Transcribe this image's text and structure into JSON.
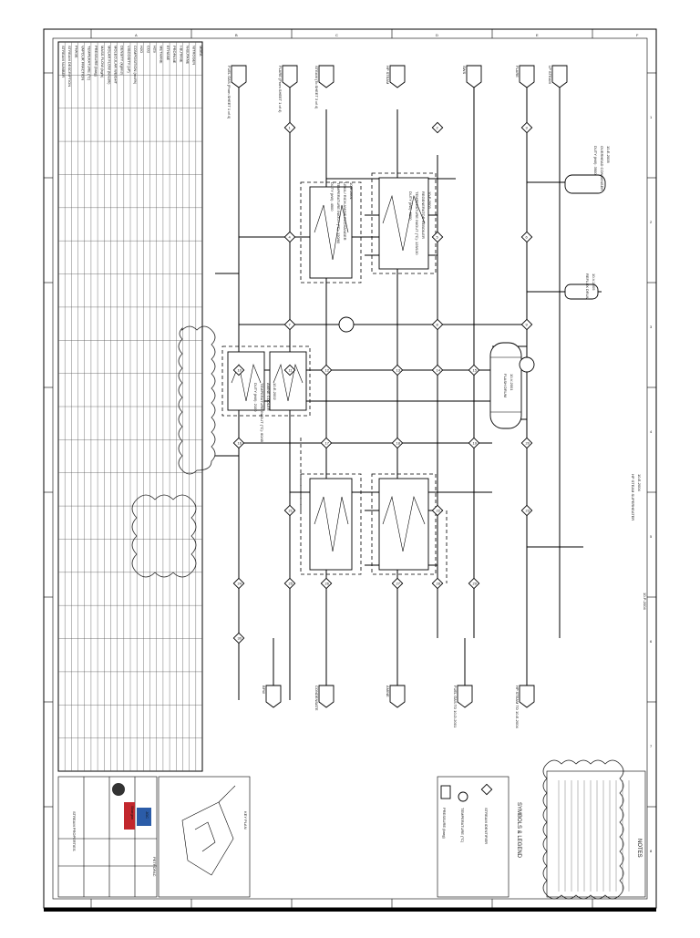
{
  "drawing": {
    "title_block": {
      "title": "STREAM PROPERTIES",
      "drawing_no": "",
      "logos": [
        "Shargan",
        "JGC",
        "PETROFAC"
      ]
    },
    "notes_heading": "NOTES",
    "symbols_heading": "SYMBOLS & LEGEND",
    "legend": [
      {
        "icon": "diamond-icon",
        "label": "STREAM IDENTIFIER"
      },
      {
        "icon": "circle-icon",
        "label": "TEMPERATURE (°C)"
      },
      {
        "icon": "rectangle-icon",
        "label": "PRESSURE (barg)"
      }
    ],
    "key_plan": "KEY PLAN",
    "equipment": [
      {
        "tag": "10-E-2001",
        "desc": "LEAN / RICH AMINE EXCHANGER",
        "rows": [
          "TEMPERATURE IN/OUT (°C): 120/60",
          "DUTY (kW): 4500"
        ]
      },
      {
        "tag": "10-E-2002",
        "desc": "AMINE COOLER",
        "rows": [
          "TEMPERATURE IN/OUT (°C): 60/45",
          "DUTY (kW): 2100"
        ]
      },
      {
        "tag": "10-E-2003",
        "desc": "REGENERATOR REBOILER",
        "rows": [
          "TEMPERATURE IN/OUT (°C): 125/130",
          "DUTY (kW): 6800"
        ]
      },
      {
        "tag": "10-E-2004",
        "desc": "HP STEAM SUPERHEATER",
        "rows": []
      },
      {
        "tag": "10-E-2005",
        "desc": "OVERHEAD CONDENSER",
        "rows": [
          "DUTY (kW): 3900"
        ]
      },
      {
        "tag": "10-V-2001",
        "desc": "FLASH DRUM",
        "rows": []
      },
      {
        "tag": "10-V-2005",
        "desc": "REFLUX DRUM",
        "rows": []
      },
      {
        "tag": "10-P-2004",
        "desc": "",
        "rows": []
      }
    ],
    "offsheet": [
      "FUEL GAS (From SHEET 1 of 4)",
      "FLARE (From SHEET 1 of 4)",
      "STEAM (To SHEET 3 of 4)",
      "HP STEAM",
      "SWS",
      "FLARE",
      "LP STEAM",
      "BFW",
      "CONDENSATE",
      "AMINE",
      "FUEL GAS TO 10-D-2001",
      "HP STEAM TO 10-E-2004"
    ],
    "stream_ids": [
      "1",
      "2",
      "3",
      "4",
      "5",
      "6",
      "7",
      "8",
      "9",
      "10",
      "11",
      "12",
      "13",
      "14",
      "15",
      "16",
      "17",
      "18",
      "19",
      "20",
      "21",
      "22",
      "23",
      "24",
      "25",
      "26",
      "27",
      "28",
      "29",
      "30"
    ],
    "table": {
      "row_labels": [
        "STREAM NUMBER",
        "STREAM DESCRIPTION",
        "PHASE",
        "VAPOUR FRACTION",
        "TEMPERATURE (°C)",
        "PRESSURE (barg)",
        "MASS FLOW (kg/h)",
        "MOLAR FLOW (kmol/h)",
        "MOLECULAR WEIGHT",
        "DENSITY (kg/m3)",
        "VISCOSITY (cP)",
        "COMPOSITION (mol%)",
        "H2O",
        "CO2",
        "H2S",
        "METHANE",
        "ETHANE",
        "PROPANE",
        "I-BUTANE",
        "N-BUTANE",
        "NITROGEN",
        "MDEA"
      ],
      "columns": 22
    },
    "grid_letters": [
      "A",
      "B",
      "C",
      "D",
      "E",
      "F"
    ],
    "grid_numbers": [
      "1",
      "2",
      "3",
      "4",
      "5",
      "6",
      "7",
      "8"
    ]
  }
}
